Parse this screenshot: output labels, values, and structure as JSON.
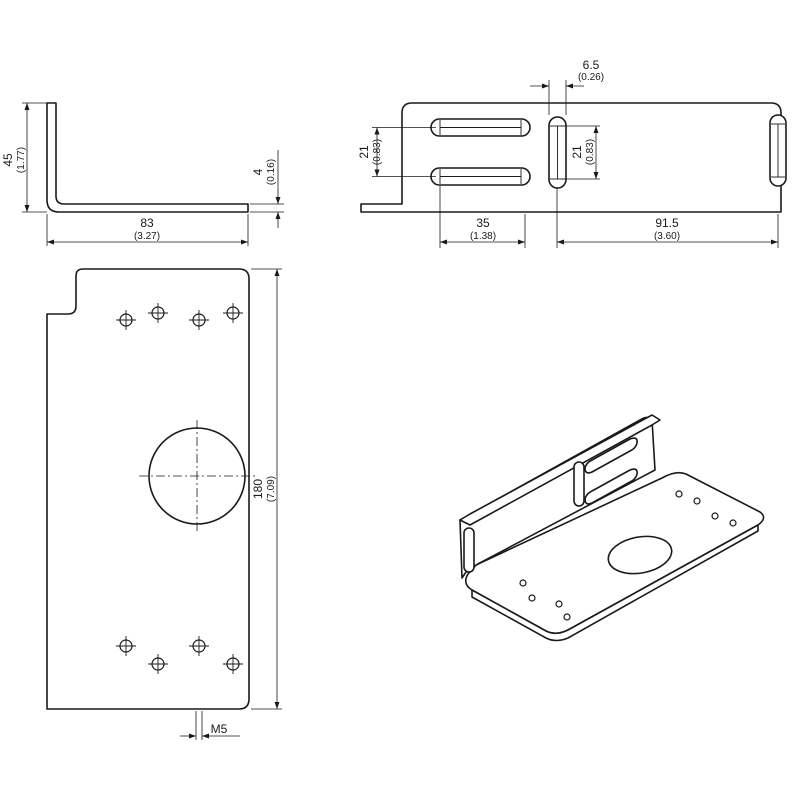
{
  "drawing": {
    "side_view": {
      "height": {
        "value": "45",
        "inch": "(1.77)"
      },
      "thickness": {
        "value": "4",
        "inch": "(0.16)"
      },
      "length": {
        "value": "83",
        "inch": "(3.27)"
      }
    },
    "front_view": {
      "slot_width": {
        "value": "6.5",
        "inch": "(0.26)"
      },
      "slot_pitch_left": {
        "value": "21",
        "inch": "(0.83)"
      },
      "slot_pitch_right": {
        "value": "21",
        "inch": "(0.83)"
      },
      "offset": {
        "value": "35",
        "inch": "(1.38)"
      },
      "span": {
        "value": "91.5",
        "inch": "(3.60)"
      }
    },
    "top_view": {
      "total_length": {
        "value": "180",
        "inch": "(7.09)"
      },
      "thread": {
        "value": "M5"
      }
    }
  }
}
